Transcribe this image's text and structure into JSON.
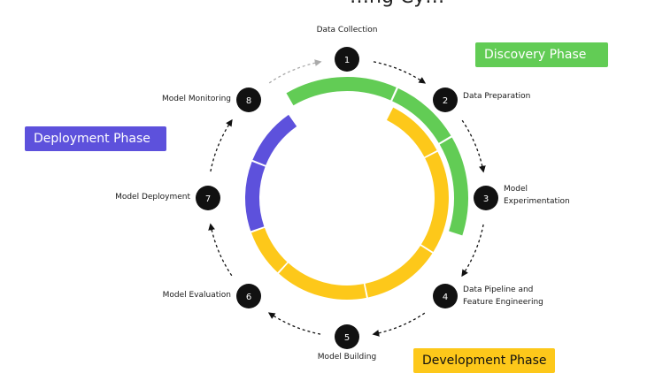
{
  "title_fragment": "…ng Cy…",
  "phases": {
    "discovery": {
      "label": "Discovery Phase",
      "color": "#62cc55"
    },
    "deployment": {
      "label": "Deployment Phase",
      "color": "#5d51dc"
    },
    "development": {
      "label": "Development Phase",
      "color": "#fdc81a"
    }
  },
  "steps": [
    {
      "number": "1",
      "label": [
        "Data Collection"
      ]
    },
    {
      "number": "2",
      "label": [
        "Data Preparation"
      ]
    },
    {
      "number": "3",
      "label": [
        "Model",
        "Experimentation"
      ]
    },
    {
      "number": "4",
      "label": [
        "Data Pipeline and",
        "Feature Engineering"
      ]
    },
    {
      "number": "5",
      "label": [
        "Model Building"
      ]
    },
    {
      "number": "6",
      "label": [
        "Model Evaluation"
      ]
    },
    {
      "number": "7",
      "label": [
        "Model Deployment"
      ]
    },
    {
      "number": "8",
      "label": [
        "Model Monitoring"
      ]
    }
  ],
  "colors": {
    "node": "#111111",
    "arrow": "#111111",
    "arrow_faded": "#aaaaaa"
  }
}
